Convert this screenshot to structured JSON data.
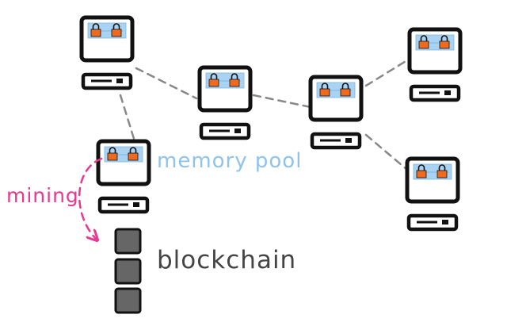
{
  "labels": {
    "memory_pool": "memory pool",
    "mining": "mining",
    "blockchain": "blockchain"
  },
  "colors": {
    "ink": "#111111",
    "screen": "#a9d3f3",
    "lock": "#ee6a1e",
    "memory_pool_text": "#8ec3ef",
    "mining_text": "#e8388f",
    "blockchain_text": "#444444",
    "block_fill": "#666666",
    "link": "#888888"
  },
  "icons": {
    "computer": "computer-icon",
    "transaction": "padlock-icon",
    "block": "block-icon"
  },
  "network": {
    "nodes": [
      {
        "id": "node-1",
        "transactions": 2
      },
      {
        "id": "node-2",
        "transactions": 2
      },
      {
        "id": "node-3",
        "transactions": 2
      },
      {
        "id": "node-4",
        "transactions": 2
      },
      {
        "id": "node-5",
        "transactions": 2
      },
      {
        "id": "node-6",
        "transactions": 2
      }
    ],
    "links": [
      [
        "node-1",
        "node-3"
      ],
      [
        "node-1",
        "node-2"
      ],
      [
        "node-3",
        "node-4"
      ],
      [
        "node-4",
        "node-5"
      ],
      [
        "node-4",
        "node-6"
      ]
    ]
  },
  "blockchain_blocks": 3
}
